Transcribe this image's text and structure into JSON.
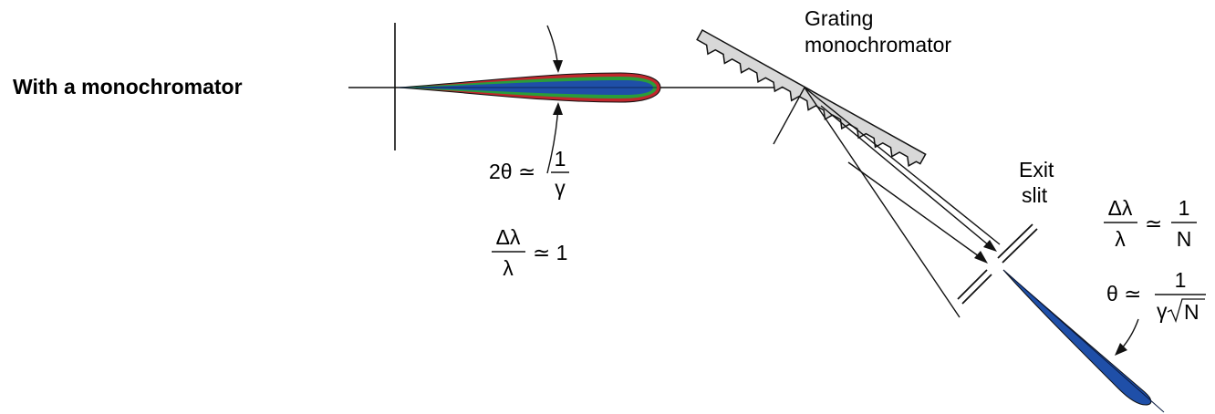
{
  "diagram": {
    "title": "With a monochromator",
    "grating_label_line1": "Grating",
    "grating_label_line2": "monochromator",
    "exit_slit_line1": "Exit",
    "exit_slit_line2": "slit"
  },
  "formulas": {
    "undulator_angle": {
      "lhs": "2θ ≃",
      "numerator": "1",
      "denominator": "γ"
    },
    "undulator_bandwidth": {
      "numerator": "Δλ",
      "denominator": "λ",
      "rhs": "≃ 1"
    },
    "mono_bandwidth": {
      "numerator": "Δλ",
      "denominator": "λ",
      "operator": "≃",
      "rhs_numerator": "1",
      "rhs_denominator": "N"
    },
    "mono_angle": {
      "lhs": "θ ≃",
      "numerator": "1",
      "denominator_gamma": "γ",
      "denominator_radicand": "N"
    }
  },
  "colors": {
    "lines": "#111111",
    "beam_red": "#c0272d",
    "beam_green": "#2a9d3a",
    "beam_blue": "#1f4fa8",
    "output_beam": "#1f4fa8",
    "grating_fill": "#d8d8d8"
  }
}
